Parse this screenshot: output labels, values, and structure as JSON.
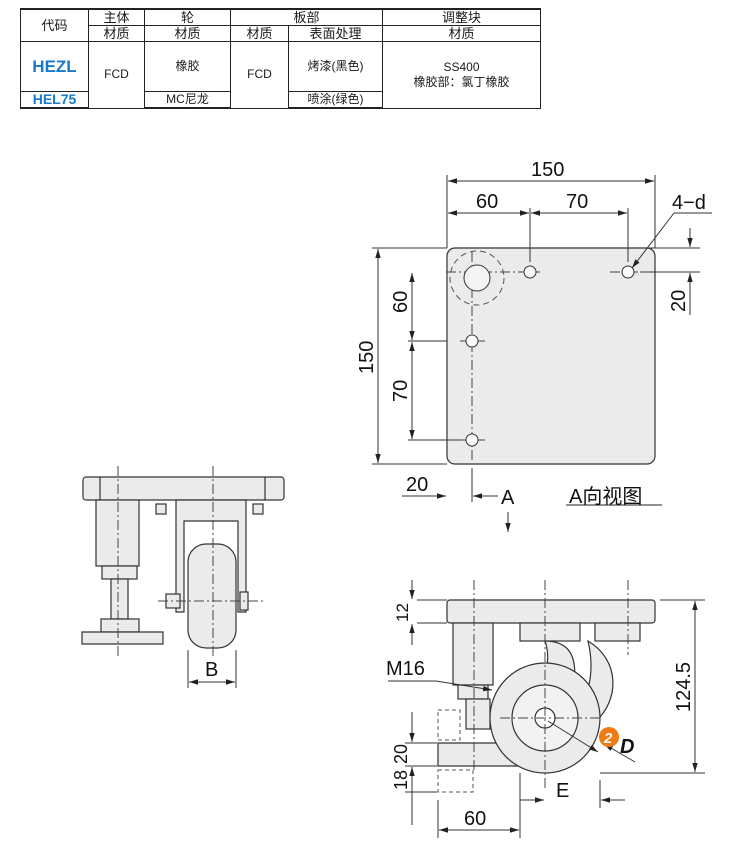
{
  "table": {
    "h_code": "代码",
    "h_main": "主体",
    "h_wheel": "轮",
    "h_plate": "板部",
    "h_adjust": "调整块",
    "h_material": "材质",
    "h_surface": "表面处理",
    "code1": "HEZL",
    "code2": "HEL75",
    "main_mat": "FCD",
    "wheel_mat1": "橡胶",
    "wheel_mat2": "MC尼龙",
    "plate_mat": "FCD",
    "surface1": "烤漆(黑色)",
    "surface2": "喷涂(绿色)",
    "adjust_mat1": "SS400",
    "adjust_mat2": "橡胶部：氯丁橡胶"
  },
  "topview": {
    "dim_150_w": "150",
    "dim_60_w": "60",
    "dim_70_w": "70",
    "hole_label": "4−d",
    "dim_20_r": "20",
    "dim_150_h": "150",
    "dim_60_h": "60",
    "dim_70_h": "70",
    "dim_20_b": "20",
    "arrow_label": "A",
    "view_title": "A向视图"
  },
  "sideview": {
    "dim_b": "B",
    "dim_12": "12",
    "dim_124_5": "124.5",
    "thread_label": "M16",
    "badge": "2",
    "dim_d": "D",
    "dim_20": "20",
    "dim_18": "18",
    "dim_e": "E",
    "dim_60": "60"
  },
  "colors": {
    "line": "#333333",
    "fill": "#ebebeb",
    "accent_blue": "#1679c9",
    "badge_orange": "#f07a14"
  }
}
